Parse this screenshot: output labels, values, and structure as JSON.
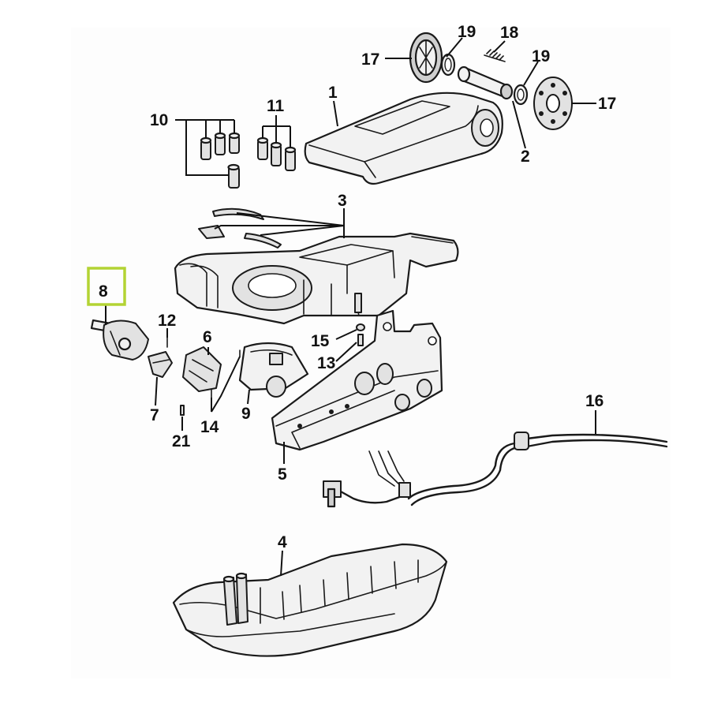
{
  "diagram": {
    "highlight_color": "#b3d334",
    "highlighted_part": "8",
    "callouts": {
      "p1": "1",
      "p2": "2",
      "p3": "3",
      "p4": "4",
      "p5": "5",
      "p6": "6",
      "p7": "7",
      "p8": "8",
      "p9": "9",
      "p10": "10",
      "p11": "11",
      "p12": "12",
      "p13": "13",
      "p14": "14",
      "p15": "15",
      "p16": "16",
      "p17a": "17",
      "p17b": "17",
      "p18": "18",
      "p19a": "19",
      "p19b": "19",
      "p21": "21"
    }
  }
}
